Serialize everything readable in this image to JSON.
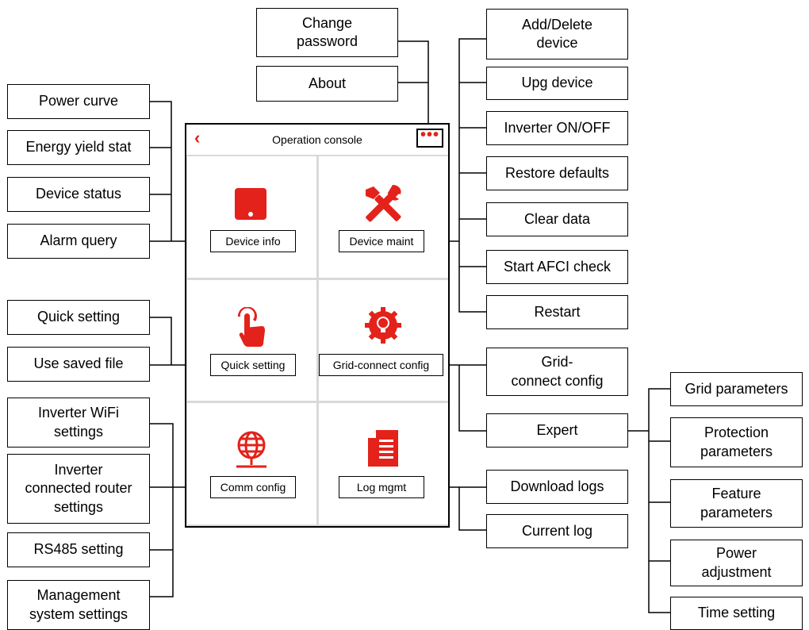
{
  "phone": {
    "title": "Operation console",
    "back_icon": "chevron-left-icon",
    "more_icon": "more-dots-icon",
    "accent": "#e3221b",
    "tiles": {
      "device_info": {
        "label": "Device info",
        "icon": "device-icon"
      },
      "device_maint": {
        "label": "Device maint",
        "icon": "tools-icon"
      },
      "quick_setting": {
        "label": "Quick setting",
        "icon": "tap-hand-icon"
      },
      "grid_connect": {
        "label": "Grid-connect config",
        "icon": "lightbulb-gear-icon"
      },
      "comm_config": {
        "label": "Comm config",
        "icon": "globe-icon"
      },
      "log_mgmt": {
        "label": "Log mgmt",
        "icon": "document-icon"
      }
    }
  },
  "more_menu": {
    "change_password": "Change\npassword",
    "about": "About"
  },
  "device_info_menu": {
    "power_curve": "Power curve",
    "energy_yield_stat": "Energy yield stat",
    "device_status": "Device status",
    "alarm_query": "Alarm query"
  },
  "quick_setting_menu": {
    "quick_setting": "Quick setting",
    "use_saved_file": "Use saved file"
  },
  "comm_config_menu": {
    "inverter_wifi": "Inverter WiFi\nsettings",
    "router_settings": "Inverter\nconnected router\nsettings",
    "rs485": "RS485 setting",
    "management_system": "Management\nsystem settings"
  },
  "device_maint_menu": {
    "add_delete": "Add/Delete\ndevice",
    "upg_device": "Upg device",
    "inverter_onoff": "Inverter ON/OFF",
    "restore_defaults": "Restore defaults",
    "clear_data": "Clear data",
    "start_afci": "Start AFCI check",
    "restart": "Restart"
  },
  "grid_connect_menu": {
    "grid_connect_config": "Grid-\nconnect config",
    "expert": "Expert"
  },
  "expert_menu": {
    "grid_parameters": "Grid parameters",
    "protection_parameters": "Protection\nparameters",
    "feature_parameters": "Feature\nparameters",
    "power_adjustment": "Power\nadjustment",
    "time_setting": "Time setting"
  },
  "log_menu": {
    "download_logs": "Download logs",
    "current_log": "Current log"
  }
}
